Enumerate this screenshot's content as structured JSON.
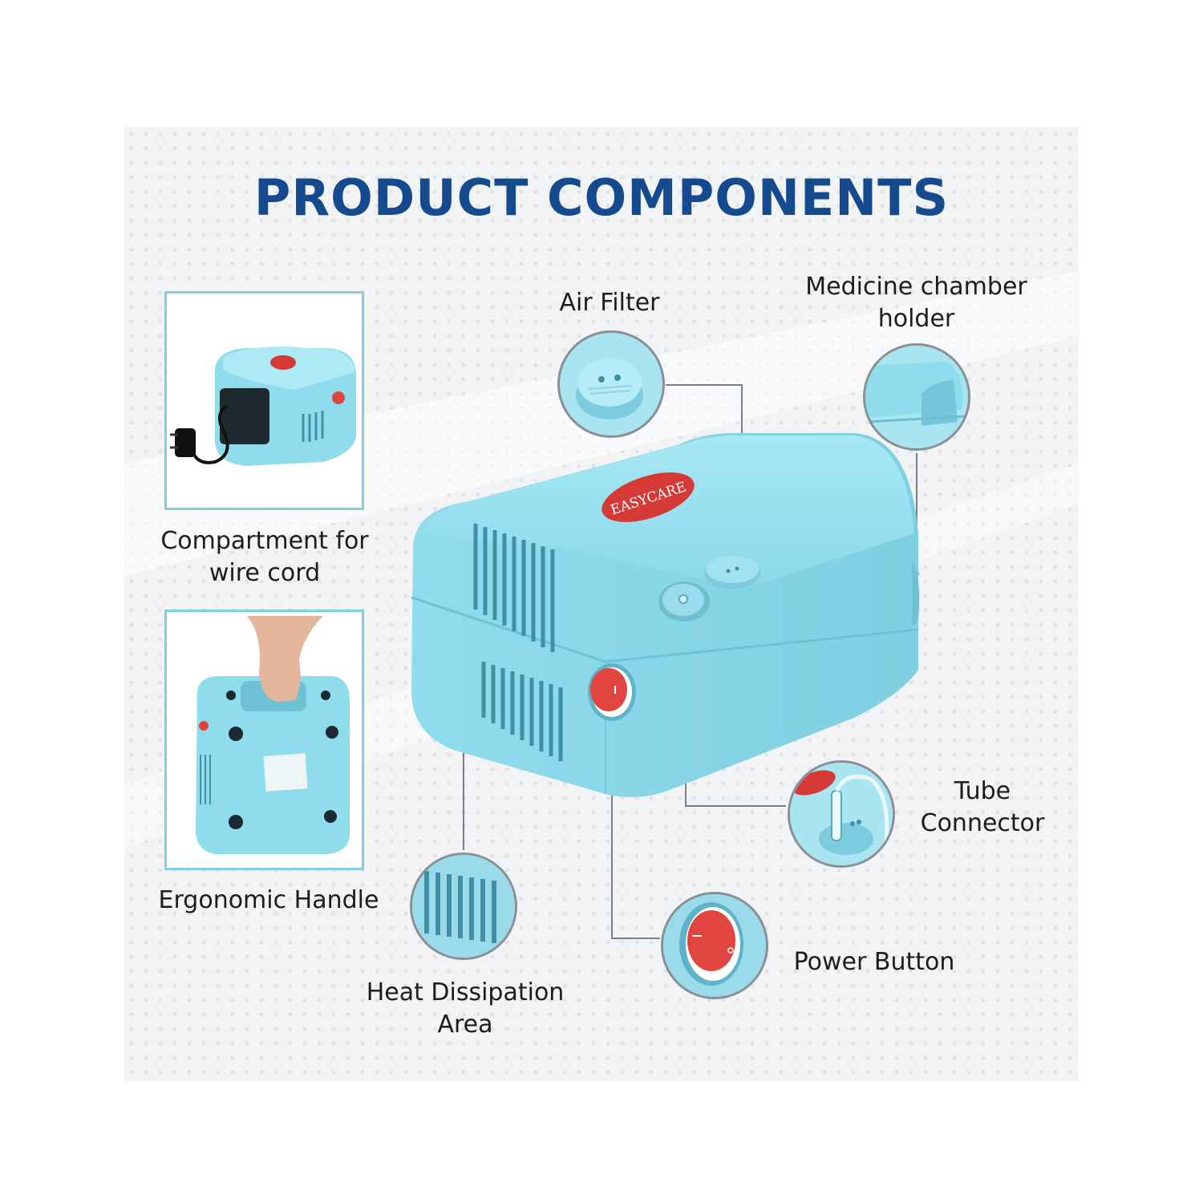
{
  "title": "PRODUCT COMPONENTS",
  "logo_text": "EASYCARE",
  "labels": {
    "air_filter": "Air Filter",
    "medicine_holder_line1": "Medicine chamber",
    "medicine_holder_line2": "holder",
    "compartment_line1": "Compartment for",
    "compartment_line2": "wire cord",
    "handle": "Ergonomic Handle",
    "tube_line1": "Tube",
    "tube_line2": "Connector",
    "heat_line1": "Heat Dissipation",
    "heat_line2": "Area",
    "power": "Power Button"
  },
  "colors": {
    "title": "#154a8f",
    "device_body": "#8fdcec",
    "frame_border": "#7fd0de",
    "switch_red": "#e0453f"
  }
}
